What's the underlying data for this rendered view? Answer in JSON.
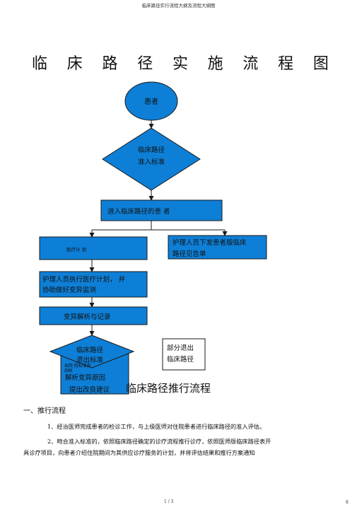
{
  "header": {
    "title": "临床路径实行流程大纲及流程大纲图"
  },
  "main_title_chars": [
    "临",
    "床",
    "路",
    "径",
    "实",
    "施",
    "流",
    "程",
    "图"
  ],
  "flow": {
    "patient": "患者",
    "entry_criteria": [
      "临床路径",
      "准入标准"
    ],
    "enter_patient": "进入临床路径的患  者",
    "treatment_plan": "医疗计  划",
    "nurse_notice": [
      "护理人员下发患者版临床",
      "路径见告单"
    ],
    "nurse_execute": [
      "护理人员执行医疗计划，  并",
      "协助做好变异监测"
    ],
    "variance_analysis": "变异解析与记录",
    "exit_criteria": [
      "临床路径",
      "退出标准"
    ],
    "overlap_fragment": "解析变异原因",
    "overlap_tiny": "出院    院标准及",
    "overlap_fragment2": "剖析",
    "improve": "提出改良建议",
    "partial_exit": [
      "部分退出",
      "临床路径"
    ],
    "colors": {
      "fill": "#0e7fd6",
      "stroke": "#1a1a1a",
      "arrow": "#1a1a1a"
    }
  },
  "section": {
    "title": "临床路径推行流程",
    "heading": "一、推行流程",
    "p1": "1、经治医师完成患者的检诊工作，与上级医师对住院患者进行临床路径的准入评估。",
    "p2": "2、吻合准入标准的，依照临床路径确定的诊疗流程推行诊疗，依照医师版临床路径表开",
    "p3": "具诊疗项目，向患者介绍住院期间为其供应诊疗服务的计划，并将评估结果和推行方案通知"
  },
  "footer": {
    "page": "1 / 3",
    "mark": "8"
  }
}
